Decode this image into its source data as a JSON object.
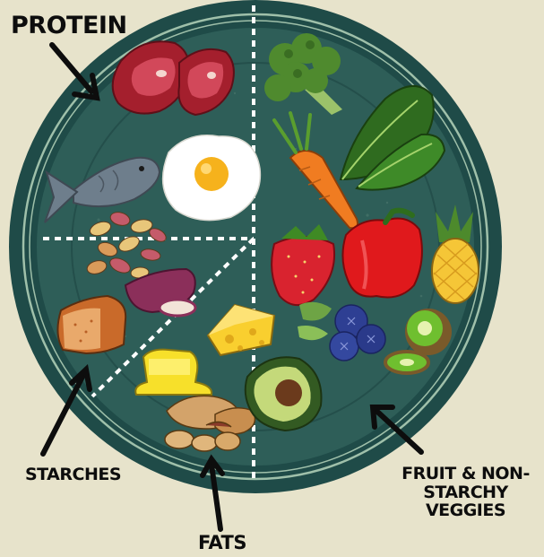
{
  "labels": {
    "protein": "PROTEIN",
    "starches": "STARCHES",
    "fats": "FATS",
    "fruit_line1": "FRUIT & NON-",
    "fruit_line2": "STARCHY",
    "fruit_line3": "VEGGIES"
  },
  "colors": {
    "background": "#e7e3cb",
    "plate_outer": "#1f4b48",
    "plate_inner": "#2e5e58",
    "rim_line": "#9fc0aa",
    "divider": "#ffffff"
  },
  "icons": [
    "steak-icon",
    "egg-icon",
    "fish-icon",
    "beans-icon",
    "sweet-potato-icon",
    "bread-icon",
    "cheese-icon",
    "butter-icon",
    "peanuts-icon",
    "avocado-icon",
    "broccoli-icon",
    "carrot-icon",
    "spinach-icon",
    "strawberry-icon",
    "bell-pepper-icon",
    "pineapple-icon",
    "blueberries-icon",
    "kiwi-icon"
  ]
}
